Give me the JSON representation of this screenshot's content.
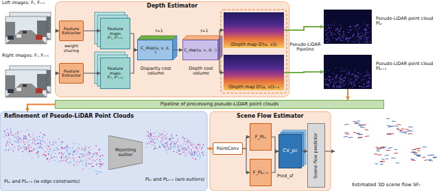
{
  "diagram": {
    "nodes": [
      {
        "text": [
          "Left images: Fₗ, Fₗ₊₁"
        ]
      },
      {
        "text": [
          "Right images: Fᵣ, Fᵣ₊₁"
        ]
      },
      {
        "text": [
          "Depth Estimator"
        ]
      },
      {
        "text": [
          "Feature Extractor"
        ],
        "in": 2
      },
      {
        "text": [
          "Feature Extractor"
        ],
        "in": 2
      },
      {
        "text": [
          "Feature maps",
          "Fˡₜ, Fˡₜ₊₁"
        ],
        "in": 2
      },
      {
        "text": [
          "Feature maps",
          "Fʳₜ, Fʳₜ₊₁"
        ],
        "in": 2
      },
      {
        "text": [
          "C_disp(u, v, z, ·)",
          "Disparity cost volume"
        ],
        "in": 2
      },
      {
        "text": [
          "C_dep(u, v, d, ·)",
          "Depth cost volume"
        ],
        "in": 2
      },
      {
        "text": [
          "(Depth map Dˡ(u, v))ₜ"
        ],
        "in": 2
      },
      {
        "text": [
          "(Depth map Dˡ(u, v))ₜ₊₁"
        ],
        "in": 2
      },
      {
        "text": [
          "Pseudo-LiDAR point cloud PLₜ"
        ]
      },
      {
        "text": [
          "Pseudo-LiDAR point cloud PLₜ₊₁"
        ]
      },
      {
        "text": [
          "Pipeline of processing pseudo-LiDAR point clouds"
        ]
      },
      {
        "text": [
          "Refinement of Pseudo-LiDAR Point Clouds"
        ]
      },
      {
        "text": [
          "Rejecting outlier"
        ],
        "in": 14
      },
      {
        "text": [
          "Scene Flow Estimator"
        ]
      },
      {
        "text": [
          "PointConv"
        ],
        "in": 16
      },
      {
        "text": [
          "F_PLₜ"
        ],
        "in": 16
      },
      {
        "text": [
          "F_PLₜ₊₁"
        ],
        "in": 16
      },
      {
        "text": [
          "CV_pc"
        ],
        "in": 16
      },
      {
        "text": [
          "Scene flow predictor"
        ],
        "in": 16
      },
      {
        "text": [
          "Estimated 3D scene flow SFₜ"
        ]
      }
    ],
    "edges": [
      {
        "from": 0,
        "to": 3,
        "arrow": "to"
      },
      {
        "from": 1,
        "to": 4,
        "arrow": "to"
      },
      {
        "from": 3,
        "to": 5,
        "arrow": "to"
      },
      {
        "from": 4,
        "to": 6,
        "arrow": "to"
      },
      {
        "from": 5,
        "to": 7,
        "arrow": "to"
      },
      {
        "from": 6,
        "to": 7,
        "arrow": "to"
      },
      {
        "from": 7,
        "to": 8,
        "arrow": "to"
      },
      {
        "from": 8,
        "to": 9,
        "arrow": "to"
      },
      {
        "from": 8,
        "to": 10,
        "arrow": "to"
      },
      {
        "from": 9,
        "to": 11,
        "arrow": "to"
      },
      {
        "from": 10,
        "to": 12,
        "arrow": "to"
      },
      {
        "from": 12,
        "to": 13,
        "arrow": "to"
      },
      {
        "from": 13,
        "to": 14,
        "arrow": "to"
      },
      {
        "from": 14,
        "to": 17,
        "arrow": "to"
      },
      {
        "from": 17,
        "to": 18,
        "arrow": "to"
      },
      {
        "from": 17,
        "to": 19,
        "arrow": "to"
      },
      {
        "from": 18,
        "to": 20,
        "arrow": "to"
      },
      {
        "from": 19,
        "to": 20,
        "arrow": "to"
      },
      {
        "from": 20,
        "to": 21,
        "arrow": "to"
      },
      {
        "from": 21,
        "to": 22,
        "arrow": "to"
      }
    ],
    "labels": [
      "weight sharing",
      "t+1",
      "t+1",
      "Pseudo-LiDAR Pipeline",
      "PLₜ and PLₜ₊₁ (w edge constraints)",
      "PLₜ and PLₜ₊₁ (w/o outliers)",
      "Pred_sf"
    ]
  }
}
